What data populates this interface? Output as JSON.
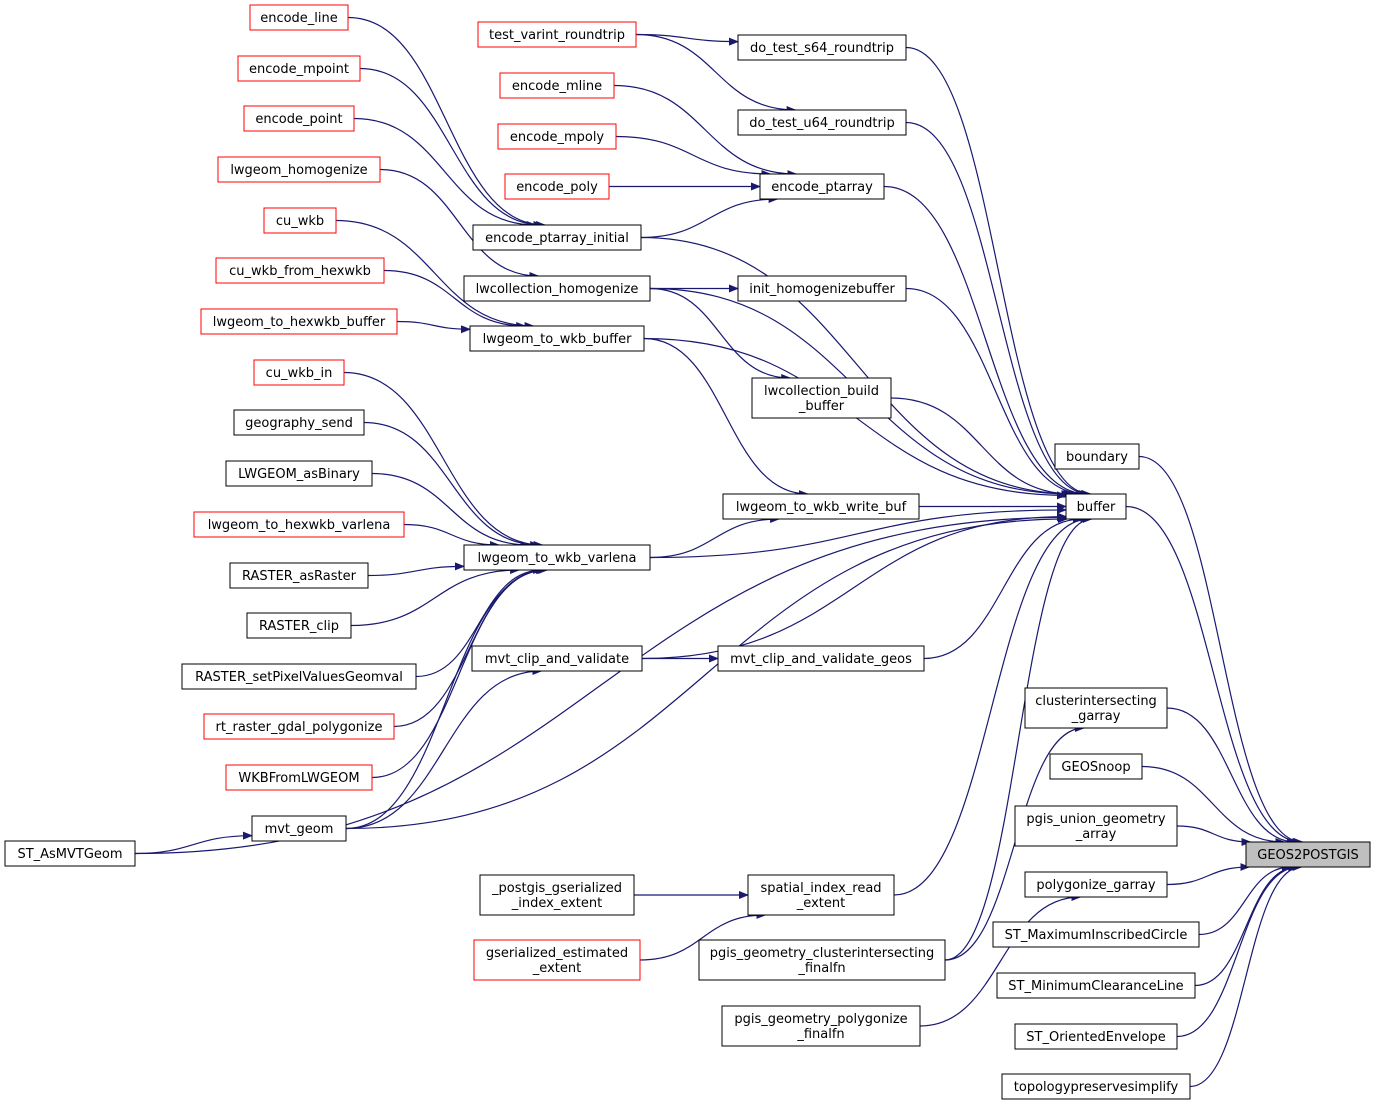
{
  "colors": {
    "edge": "#191970",
    "node_border_default": "#000000",
    "node_border_red": "#ff0000",
    "node_fill_default": "#ffffff",
    "node_fill_target": "#bfbfbf"
  },
  "nodes": [
    {
      "id": "encode_line",
      "lines": [
        "encode_line"
      ],
      "border": "red"
    },
    {
      "id": "test_varint_roundtrip",
      "lines": [
        "test_varint_roundtrip"
      ],
      "border": "red"
    },
    {
      "id": "do_test_s64_roundtrip",
      "lines": [
        "do_test_s64_roundtrip"
      ],
      "border": "black"
    },
    {
      "id": "encode_mpoint",
      "lines": [
        "encode_mpoint"
      ],
      "border": "red"
    },
    {
      "id": "encode_mline",
      "lines": [
        "encode_mline"
      ],
      "border": "red"
    },
    {
      "id": "do_test_u64_roundtrip",
      "lines": [
        "do_test_u64_roundtrip"
      ],
      "border": "black"
    },
    {
      "id": "encode_point",
      "lines": [
        "encode_point"
      ],
      "border": "red"
    },
    {
      "id": "encode_mpoly",
      "lines": [
        "encode_mpoly"
      ],
      "border": "red"
    },
    {
      "id": "lwgeom_homogenize",
      "lines": [
        "lwgeom_homogenize"
      ],
      "border": "red"
    },
    {
      "id": "encode_poly",
      "lines": [
        "encode_poly"
      ],
      "border": "red"
    },
    {
      "id": "encode_ptarray",
      "lines": [
        "encode_ptarray"
      ],
      "border": "black"
    },
    {
      "id": "cu_wkb",
      "lines": [
        "cu_wkb"
      ],
      "border": "red"
    },
    {
      "id": "encode_ptarray_initial",
      "lines": [
        "encode_ptarray_initial"
      ],
      "border": "black"
    },
    {
      "id": "cu_wkb_from_hexwkb",
      "lines": [
        "cu_wkb_from_hexwkb"
      ],
      "border": "red"
    },
    {
      "id": "lwcollection_homogenize",
      "lines": [
        "lwcollection_homogenize"
      ],
      "border": "black"
    },
    {
      "id": "init_homogenizebuffer",
      "lines": [
        "init_homogenizebuffer"
      ],
      "border": "black"
    },
    {
      "id": "lwgeom_to_hexwkb_buffer",
      "lines": [
        "lwgeom_to_hexwkb_buffer"
      ],
      "border": "red"
    },
    {
      "id": "lwgeom_to_wkb_buffer",
      "lines": [
        "lwgeom_to_wkb_buffer"
      ],
      "border": "black"
    },
    {
      "id": "cu_wkb_in",
      "lines": [
        "cu_wkb_in"
      ],
      "border": "red"
    },
    {
      "id": "lwcollection_build_buffer",
      "lines": [
        "lwcollection_build",
        "_buffer"
      ],
      "border": "black"
    },
    {
      "id": "geography_send",
      "lines": [
        "geography_send"
      ],
      "border": "black"
    },
    {
      "id": "boundary",
      "lines": [
        "boundary"
      ],
      "border": "black"
    },
    {
      "id": "LWGEOM_asBinary",
      "lines": [
        "LWGEOM_asBinary"
      ],
      "border": "black"
    },
    {
      "id": "lwgeom_to_wkb_write_buf",
      "lines": [
        "lwgeom_to_wkb_write_buf"
      ],
      "border": "black"
    },
    {
      "id": "buffer",
      "lines": [
        "buffer"
      ],
      "border": "black"
    },
    {
      "id": "lwgeom_to_hexwkb_varlena",
      "lines": [
        "lwgeom_to_hexwkb_varlena"
      ],
      "border": "red"
    },
    {
      "id": "lwgeom_to_wkb_varlena",
      "lines": [
        "lwgeom_to_wkb_varlena"
      ],
      "border": "black"
    },
    {
      "id": "RASTER_asRaster",
      "lines": [
        "RASTER_asRaster"
      ],
      "border": "black"
    },
    {
      "id": "RASTER_clip",
      "lines": [
        "RASTER_clip"
      ],
      "border": "black"
    },
    {
      "id": "mvt_clip_and_validate",
      "lines": [
        "mvt_clip_and_validate"
      ],
      "border": "black"
    },
    {
      "id": "mvt_clip_and_validate_geos",
      "lines": [
        "mvt_clip_and_validate_geos"
      ],
      "border": "black"
    },
    {
      "id": "RASTER_setPixelValuesGeomval",
      "lines": [
        "RASTER_setPixelValuesGeomval"
      ],
      "border": "black"
    },
    {
      "id": "clusterintersecting_garray",
      "lines": [
        "clusterintersecting",
        "_garray"
      ],
      "border": "black"
    },
    {
      "id": "rt_raster_gdal_polygonize",
      "lines": [
        "rt_raster_gdal_polygonize"
      ],
      "border": "red"
    },
    {
      "id": "GEOSnoop",
      "lines": [
        "GEOSnoop"
      ],
      "border": "black"
    },
    {
      "id": "WKBFromLWGEOM",
      "lines": [
        "WKBFromLWGEOM"
      ],
      "border": "red"
    },
    {
      "id": "pgis_union_geometry_array",
      "lines": [
        "pgis_union_geometry",
        "_array"
      ],
      "border": "black"
    },
    {
      "id": "mvt_geom",
      "lines": [
        "mvt_geom"
      ],
      "border": "black"
    },
    {
      "id": "ST_AsMVTGeom",
      "lines": [
        "ST_AsMVTGeom"
      ],
      "border": "black"
    },
    {
      "id": "GEOS2POSTGIS",
      "lines": [
        "GEOS2POSTGIS"
      ],
      "border": "black",
      "target": true
    },
    {
      "id": "polygonize_garray",
      "lines": [
        "polygonize_garray"
      ],
      "border": "black"
    },
    {
      "id": "_postgis_gserialized_index_extent",
      "lines": [
        "_postgis_gserialized",
        "_index_extent"
      ],
      "border": "black"
    },
    {
      "id": "spatial_index_read_extent",
      "lines": [
        "spatial_index_read",
        "_extent"
      ],
      "border": "black"
    },
    {
      "id": "ST_MaximumInscribedCircle",
      "lines": [
        "ST_MaximumInscribedCircle"
      ],
      "border": "black"
    },
    {
      "id": "gserialized_estimated_extent",
      "lines": [
        "gserialized_estimated",
        "_extent"
      ],
      "border": "red"
    },
    {
      "id": "pgis_geometry_clusterintersecting_finalfn",
      "lines": [
        "pgis_geometry_clusterintersecting",
        "_finalfn"
      ],
      "border": "black"
    },
    {
      "id": "ST_MinimumClearanceLine",
      "lines": [
        "ST_MinimumClearanceLine"
      ],
      "border": "black"
    },
    {
      "id": "pgis_geometry_polygonize_finalfn",
      "lines": [
        "pgis_geometry_polygonize",
        "_finalfn"
      ],
      "border": "black"
    },
    {
      "id": "ST_OrientedEnvelope",
      "lines": [
        "ST_OrientedEnvelope"
      ],
      "border": "black"
    },
    {
      "id": "topologypreservesimplify",
      "lines": [
        "topologypreservesimplify"
      ],
      "border": "black"
    }
  ],
  "edges": [
    {
      "from": "encode_line",
      "to": "encode_ptarray_initial"
    },
    {
      "from": "encode_mpoint",
      "to": "encode_ptarray_initial"
    },
    {
      "from": "encode_point",
      "to": "encode_ptarray_initial"
    },
    {
      "from": "encode_ptarray_initial",
      "to": "encode_ptarray"
    },
    {
      "from": "encode_mline",
      "to": "encode_ptarray"
    },
    {
      "from": "encode_mpoly",
      "to": "encode_ptarray"
    },
    {
      "from": "encode_poly",
      "to": "encode_ptarray"
    },
    {
      "from": "test_varint_roundtrip",
      "to": "do_test_s64_roundtrip"
    },
    {
      "from": "test_varint_roundtrip",
      "to": "do_test_u64_roundtrip"
    },
    {
      "from": "lwgeom_homogenize",
      "to": "lwcollection_homogenize"
    },
    {
      "from": "lwcollection_homogenize",
      "to": "init_homogenizebuffer"
    },
    {
      "from": "lwcollection_homogenize",
      "to": "lwcollection_build_buffer"
    },
    {
      "from": "cu_wkb",
      "to": "lwgeom_to_wkb_buffer"
    },
    {
      "from": "cu_wkb_from_hexwkb",
      "to": "lwgeom_to_wkb_buffer"
    },
    {
      "from": "lwgeom_to_hexwkb_buffer",
      "to": "lwgeom_to_wkb_buffer"
    },
    {
      "from": "lwgeom_to_wkb_buffer",
      "to": "lwgeom_to_wkb_write_buf"
    },
    {
      "from": "lwgeom_to_wkb_varlena",
      "to": "lwgeom_to_wkb_write_buf"
    },
    {
      "from": "cu_wkb_in",
      "to": "lwgeom_to_wkb_varlena"
    },
    {
      "from": "geography_send",
      "to": "lwgeom_to_wkb_varlena"
    },
    {
      "from": "LWGEOM_asBinary",
      "to": "lwgeom_to_wkb_varlena"
    },
    {
      "from": "lwgeom_to_hexwkb_varlena",
      "to": "lwgeom_to_wkb_varlena"
    },
    {
      "from": "RASTER_asRaster",
      "to": "lwgeom_to_wkb_varlena"
    },
    {
      "from": "RASTER_clip",
      "to": "lwgeom_to_wkb_varlena"
    },
    {
      "from": "RASTER_setPixelValuesGeomval",
      "to": "lwgeom_to_wkb_varlena"
    },
    {
      "from": "rt_raster_gdal_polygonize",
      "to": "lwgeom_to_wkb_varlena"
    },
    {
      "from": "WKBFromLWGEOM",
      "to": "lwgeom_to_wkb_varlena"
    },
    {
      "from": "mvt_geom",
      "to": "lwgeom_to_wkb_varlena"
    },
    {
      "from": "mvt_clip_and_validate",
      "to": "mvt_clip_and_validate_geos"
    },
    {
      "from": "mvt_geom",
      "to": "mvt_clip_and_validate"
    },
    {
      "from": "ST_AsMVTGeom",
      "to": "mvt_geom"
    },
    {
      "from": "do_test_s64_roundtrip",
      "to": "buffer"
    },
    {
      "from": "do_test_u64_roundtrip",
      "to": "buffer"
    },
    {
      "from": "encode_ptarray",
      "to": "buffer"
    },
    {
      "from": "encode_ptarray_initial",
      "to": "buffer"
    },
    {
      "from": "init_homogenizebuffer",
      "to": "buffer"
    },
    {
      "from": "lwcollection_homogenize",
      "to": "buffer"
    },
    {
      "from": "lwcollection_build_buffer",
      "to": "buffer"
    },
    {
      "from": "lwgeom_to_wkb_buffer",
      "to": "buffer"
    },
    {
      "from": "lwgeom_to_wkb_write_buf",
      "to": "buffer"
    },
    {
      "from": "lwgeom_to_wkb_varlena",
      "to": "buffer"
    },
    {
      "from": "mvt_clip_and_validate",
      "to": "buffer"
    },
    {
      "from": "mvt_clip_and_validate_geos",
      "to": "buffer"
    },
    {
      "from": "mvt_geom",
      "to": "buffer"
    },
    {
      "from": "ST_AsMVTGeom",
      "to": "buffer"
    },
    {
      "from": "pgis_geometry_clusterintersecting_finalfn",
      "to": "buffer"
    },
    {
      "from": "spatial_index_read_extent",
      "to": "buffer"
    },
    {
      "from": "_postgis_gserialized_index_extent",
      "to": "spatial_index_read_extent"
    },
    {
      "from": "gserialized_estimated_extent",
      "to": "spatial_index_read_extent"
    },
    {
      "from": "pgis_geometry_clusterintersecting_finalfn",
      "to": "clusterintersecting_garray"
    },
    {
      "from": "pgis_geometry_polygonize_finalfn",
      "to": "polygonize_garray"
    },
    {
      "from": "boundary",
      "to": "GEOS2POSTGIS"
    },
    {
      "from": "buffer",
      "to": "GEOS2POSTGIS"
    },
    {
      "from": "clusterintersecting_garray",
      "to": "GEOS2POSTGIS"
    },
    {
      "from": "GEOSnoop",
      "to": "GEOS2POSTGIS"
    },
    {
      "from": "pgis_union_geometry_array",
      "to": "GEOS2POSTGIS"
    },
    {
      "from": "polygonize_garray",
      "to": "GEOS2POSTGIS"
    },
    {
      "from": "ST_MaximumInscribedCircle",
      "to": "GEOS2POSTGIS"
    },
    {
      "from": "ST_MinimumClearanceLine",
      "to": "GEOS2POSTGIS"
    },
    {
      "from": "ST_OrientedEnvelope",
      "to": "GEOS2POSTGIS"
    },
    {
      "from": "topologypreservesimplify",
      "to": "GEOS2POSTGIS"
    }
  ]
}
